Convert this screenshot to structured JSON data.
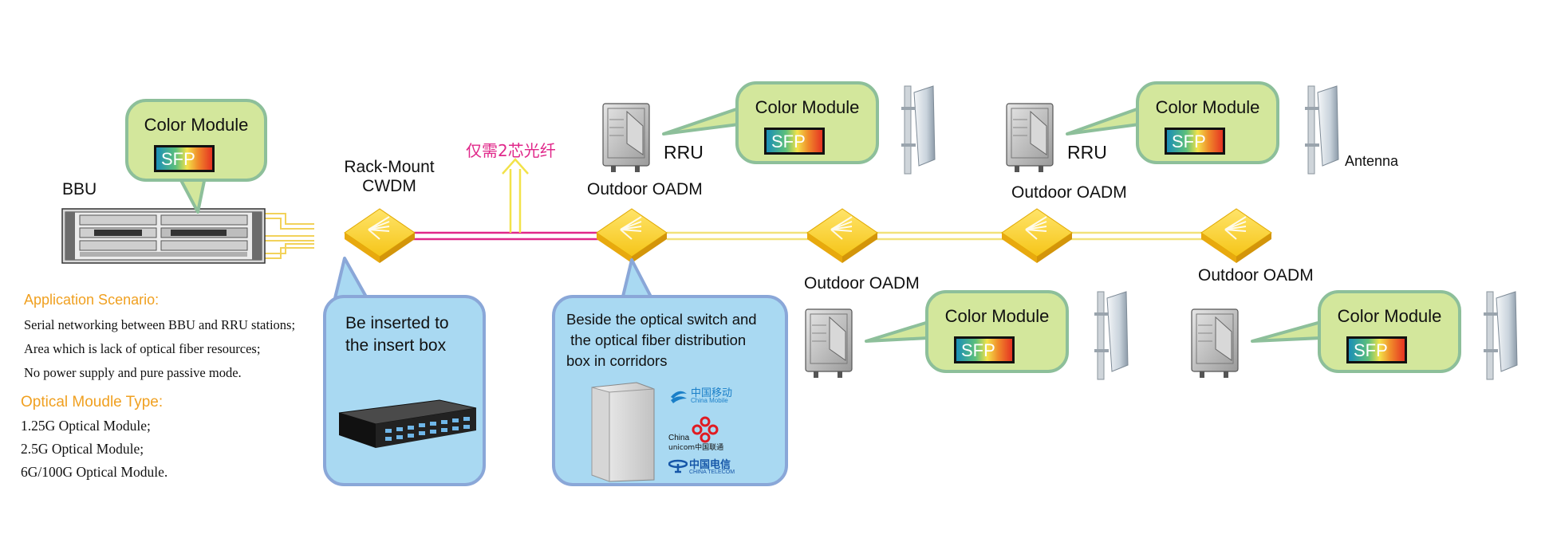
{
  "labels": {
    "bbu": "BBU",
    "rack_mount_cwdm": [
      "Rack-Mount",
      "CWDM"
    ],
    "fiber_note": "仅需2芯光纤",
    "rru_1": "RRU",
    "rru_2": "RRU",
    "antenna": "Antenna",
    "outdoor_oadm_1": "Outdoor OADM",
    "outdoor_oadm_2": "Outdoor OADM",
    "outdoor_oadm_3": "Outdoor OADM",
    "outdoor_oadm_4": "Outdoor OADM"
  },
  "color_module": {
    "title": "Color Module",
    "sfp": "SFP"
  },
  "callout_insert": [
    "Be inserted to",
    "the insert box"
  ],
  "callout_outdoor": [
    "Beside the optical switch and",
    " the optical fiber distribution",
    "box in corridors"
  ],
  "carriers": {
    "china_mobile": [
      "中国移动",
      "China Mobile"
    ],
    "china_unicom": [
      "China",
      "unicom中国联通"
    ],
    "china_telecom": [
      "中国电信",
      "CHINA TELECOM"
    ]
  },
  "application": {
    "heading": "Application Scenario:",
    "lines": [
      "Serial networking between BBU and RRU stations;",
      "Area which is lack of optical fiber resources;",
      "No power supply and pure passive mode."
    ]
  },
  "module_types": {
    "heading": "Optical Moudle Type:",
    "lines": [
      "1.25G Optical Module;",
      "2.5G Optical Module;",
      "6G/100G Optical Module."
    ]
  },
  "colors": {
    "fiber_main": "#f2e27a",
    "fiber_pink": "#e0288a",
    "oadm_yellow": "#f5c518",
    "bubble_green": "#d3e79c",
    "bubble_blue": "#a9d9f2",
    "heading_orange": "#f0a020"
  }
}
